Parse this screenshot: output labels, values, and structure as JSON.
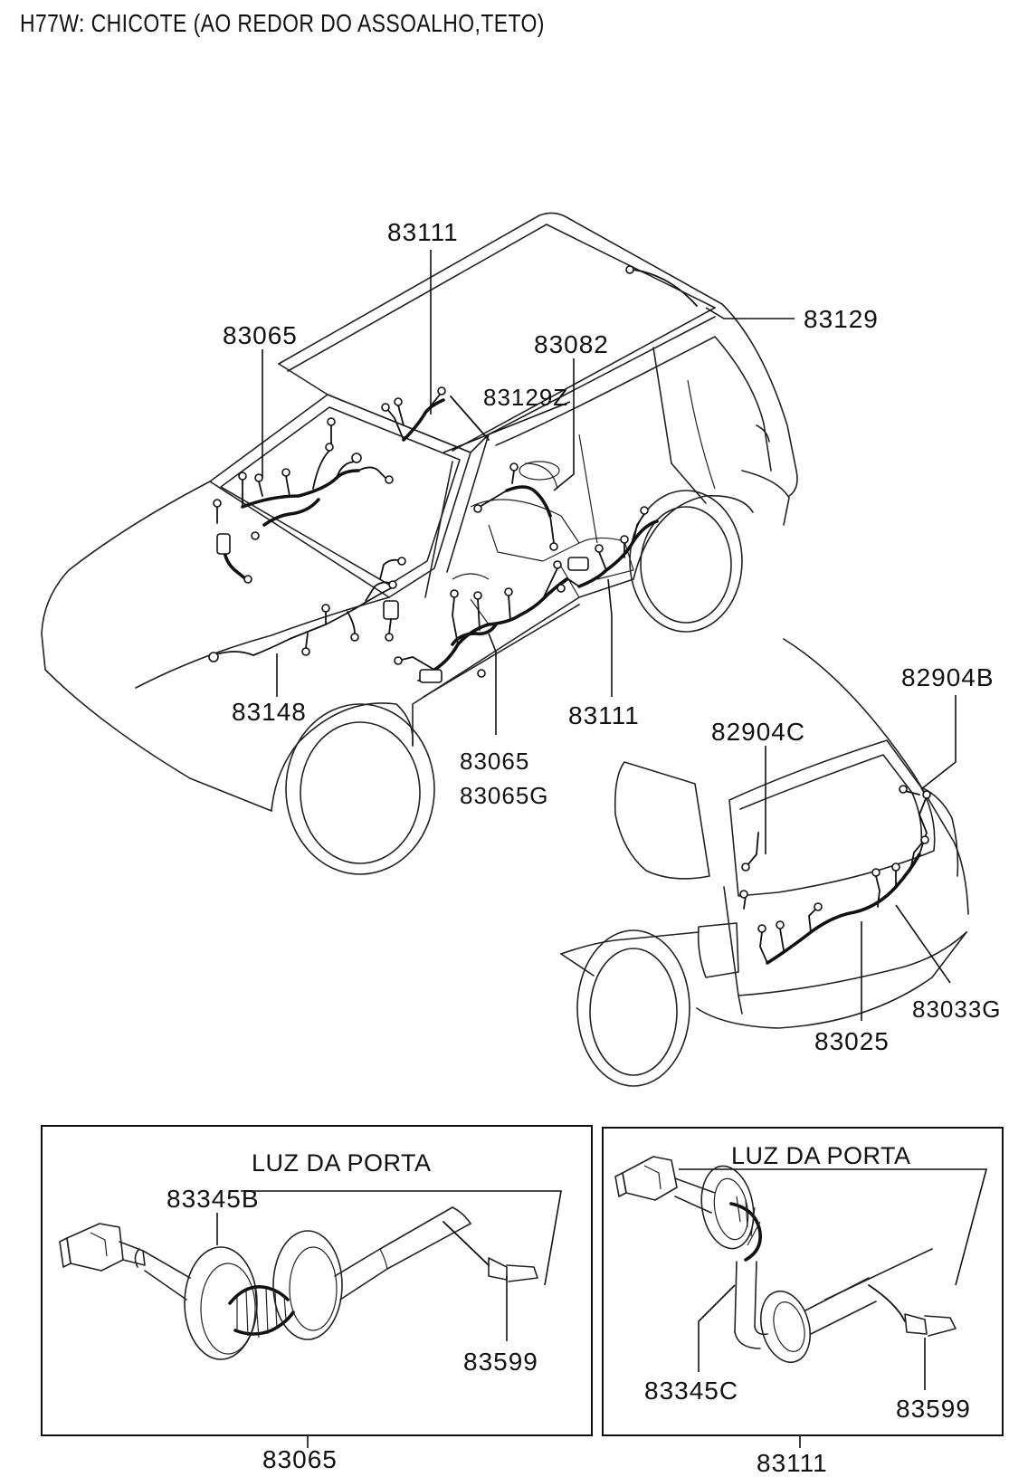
{
  "title": "H77W: CHICOTE (AO REDOR DO ASSOALHO,TETO)",
  "labels": {
    "p83111_top": "83111",
    "p83065_top": "83065",
    "p83082": "83082",
    "p83129Z": "83129Z",
    "p83129": "83129",
    "p83148": "83148",
    "p83111_mid": "83111",
    "p83065_mid": "83065",
    "p83065G": "83065G",
    "p82904B": "82904B",
    "p82904C": "82904C",
    "p83033G": "83033G",
    "p83025": "83025"
  },
  "detail_left": {
    "title": "LUZ DA PORTA",
    "grommet": "83345B",
    "bulb": "83599",
    "assembly": "83065"
  },
  "detail_right": {
    "title": "LUZ DA PORTA",
    "grommet": "83345C",
    "bulb": "83599",
    "assembly": "83111"
  }
}
